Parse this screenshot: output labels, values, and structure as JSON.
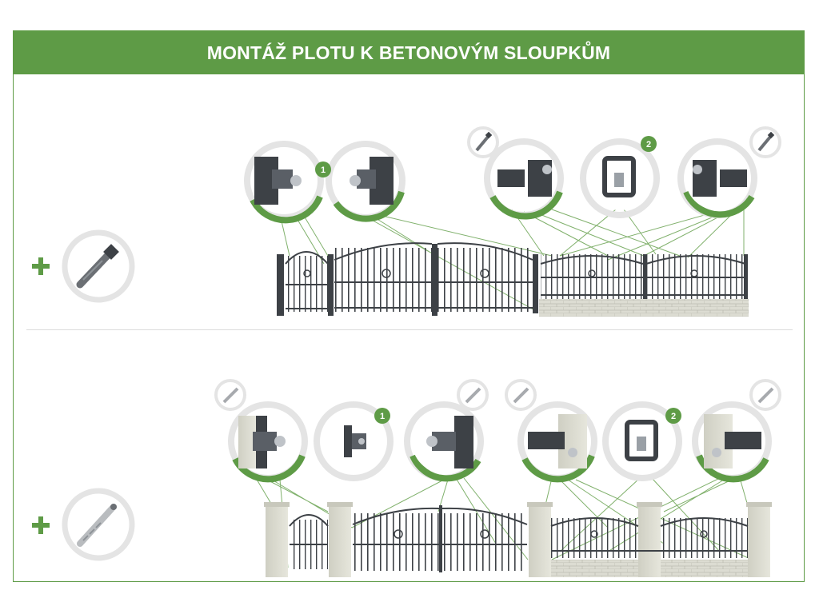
{
  "title": "MONTÁŽ PLOTU K BETONOVÝM SLOUPKŮM",
  "colors": {
    "accent": "#5e9b46",
    "metal": "#3d4146",
    "concrete": "#d9d9cf",
    "ring": "#e4e4e4"
  },
  "top_section": {
    "accessory_icon": "self-drilling-screw-icon",
    "badges": [
      "1",
      "2"
    ]
  },
  "bottom_section": {
    "accessory_icon": "wall-plug-anchor-icon",
    "badges": [
      "1",
      "2"
    ]
  },
  "plus_symbol": "+"
}
